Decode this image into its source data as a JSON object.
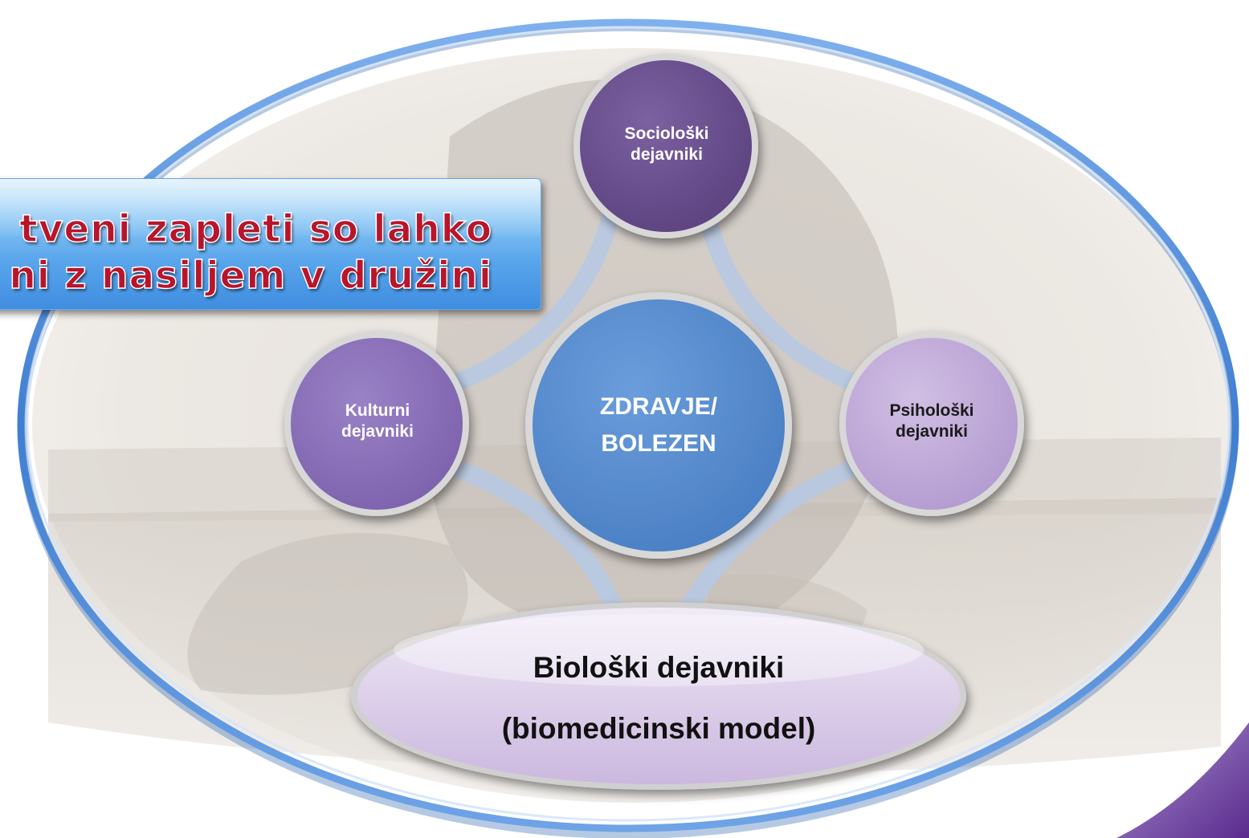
{
  "title": {
    "line1": "tveni zapleti so lahko",
    "line2": "ni z nasiljem v družini"
  },
  "nodes": {
    "center": {
      "line1": "ZDRAVJE/",
      "line2": "BOLEZEN"
    },
    "sociological": {
      "line1": "Sociološki",
      "line2": "dejavniki"
    },
    "cultural": {
      "line1": "Kulturni",
      "line2": "dejavniki"
    },
    "psychological": {
      "line1": "Psihološki",
      "line2": "dejavniki"
    },
    "biological": {
      "line1": "Biološki dejavniki",
      "line2": "(biomedicinski model)"
    }
  },
  "colors": {
    "center": "#5b8fd0",
    "sociological": "#6b4f8c",
    "cultural": "#8a6fb8",
    "psychological": "#c0a9d8",
    "biological": "#dccfe8",
    "connector": "#b7c9e2",
    "outer_ring": "#4a86d6",
    "title_text": "#b8152b",
    "banner": "#5aa6ec",
    "corner_swoosh": "#6a3a9a"
  }
}
